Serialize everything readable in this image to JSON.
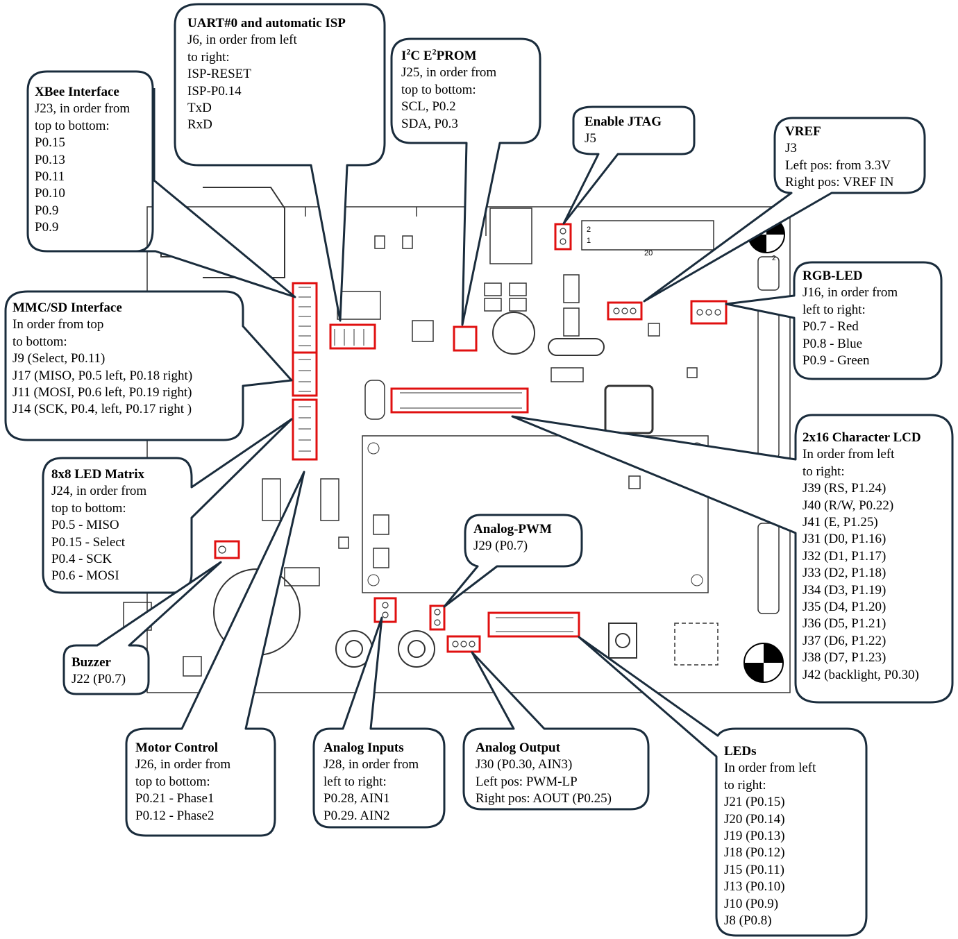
{
  "callouts": {
    "xbee": {
      "title": "XBee Interface",
      "lines": [
        "J23, in order from",
        "top to bottom:",
        "P0.15",
        "P0.13",
        "P0.11",
        "P0.10",
        "P0.9",
        "P0.9"
      ]
    },
    "uart": {
      "title": "UART#0 and automatic ISP",
      "lines": [
        "J6, in order from left",
        "to right:",
        "ISP-RESET",
        "ISP-P0.14",
        "TxD",
        "RxD"
      ]
    },
    "i2c": {
      "title_prefix": "I",
      "title_sup1": "2",
      "title_mid": "C E",
      "title_sup2": "2",
      "title_suffix": "PROM",
      "lines": [
        "J25, in order from",
        "top to bottom:",
        "SCL, P0.2",
        "SDA, P0.3"
      ]
    },
    "jtag": {
      "title": "Enable JTAG",
      "lines": [
        "J5"
      ]
    },
    "vref": {
      "title": "VREF",
      "lines": [
        "J3",
        "Left pos: from 3.3V",
        "Right pos: VREF  IN"
      ]
    },
    "rgb": {
      "title": "RGB-LED",
      "lines": [
        "J16, in order from",
        "left to right:",
        "P0.7 - Red",
        "P0.8 - Blue",
        "P0.9 - Green"
      ]
    },
    "mmc": {
      "title": "MMC/SD Interface",
      "lines": [
        "In order from top",
        "to bottom:",
        "J9 (Select, P0.11)",
        "J17 (MISO, P0.5 left, P0.18 right)",
        "J11 (MOSI, P0.6 left, P0.19 right)",
        "J14 (SCK, P0.4, left, P0.17 right )"
      ]
    },
    "lcd": {
      "title": "2x16 Character LCD",
      "lines": [
        "In order from left",
        "to right:",
        "J39 (RS, P1.24)",
        "J40 (R/W, P0.22)",
        "J41 (E, P1.25)",
        "J31 (D0, P1.16)",
        "J32 (D1, P1.17)",
        "J33 (D2, P1.18)",
        "J34 (D3, P1.19)",
        "J35 (D4, P1.20)",
        "J36 (D5, P1.21)",
        "J37 (D6, P1.22)",
        "J38 (D7, P1.23)",
        "J42 (backlight, P0.30)"
      ]
    },
    "ledmatrix": {
      "title": "8x8 LED Matrix",
      "lines": [
        "J24, in order from",
        "top to bottom:",
        "P0.5 - MISO",
        "P0.15 - Select",
        "P0.4 - SCK",
        "P0.6 - MOSI"
      ]
    },
    "pwm": {
      "title": "Analog-PWM",
      "lines": [
        "J29 (P0.7)"
      ]
    },
    "buzzer": {
      "title": "Buzzer",
      "lines": [
        "J22 (P0.7)"
      ]
    },
    "motor": {
      "title": "Motor Control",
      "lines": [
        "J26, in order from",
        "top to bottom:",
        "P0.21 - Phase1",
        "P0.12 - Phase2"
      ]
    },
    "ain": {
      "title": "Analog Inputs",
      "lines": [
        "J28, in order from",
        "left to right:",
        "P0.28, AIN1",
        "P0.29. AIN2"
      ]
    },
    "aout": {
      "title": "Analog Output",
      "lines": [
        "J30 (P0.30, AIN3)",
        "Left pos: PWM-LP",
        "Right pos: AOUT (P0.25)"
      ]
    },
    "leds": {
      "title": "LEDs",
      "lines": [
        "In order from left",
        "to right:",
        "J21 (P0.15)",
        "J20 (P0.14)",
        "J19 (P0.13)",
        "J18 (P0.12)",
        "J15 (P0.11)",
        "J13 (P0.10)",
        "J10 (P0.9)",
        "J8 (P0.8)"
      ]
    }
  },
  "board": {
    "jtag_header_pin_labels": [
      "2",
      "1",
      "20"
    ],
    "side_header_label": "2"
  },
  "colors": {
    "highlight": "#e01010",
    "outline": "#1a2c3c",
    "pcb_line": "#333333"
  }
}
